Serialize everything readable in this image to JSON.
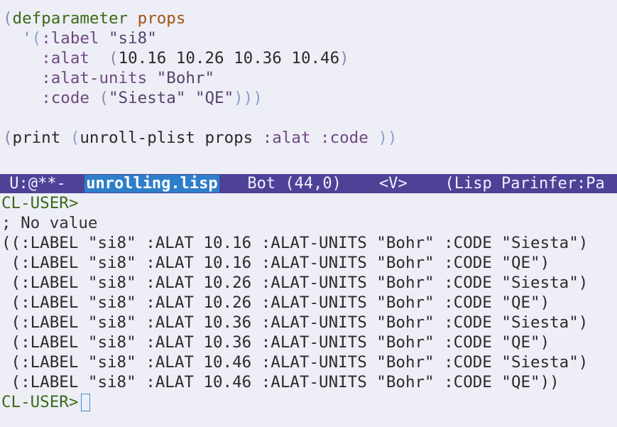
{
  "editor": {
    "lines": [
      {
        "open": "(",
        "defkw": "defparameter",
        "name": "props"
      },
      {
        "quote": "'",
        "open": "(",
        "key": ":label",
        "str": "\"si8\""
      },
      {
        "key": ":alat",
        "open": "(",
        "nums": "10.16 10.26 10.36 10.46",
        "close": ")"
      },
      {
        "key": ":alat-units",
        "str": "\"Bohr\""
      },
      {
        "key": ":code",
        "open": "(",
        "str1": "\"Siesta\"",
        "str2": "\"QE\"",
        "close": ")))"
      },
      {
        "open": "(",
        "fn": "print",
        "open2": "(",
        "call": "unroll-plist props",
        "k1": ":alat",
        "k2": ":code",
        "close": "))"
      }
    ]
  },
  "mode_line": {
    "status": " U:@**-  ",
    "buffer_name": "unrolling.lisp",
    "position": "   Bot (44,0)    ",
    "state": "<V>",
    "modes": "    (Lisp Parinfer:Pa"
  },
  "repl": {
    "prompt_label": "CL-USER>",
    "no_value": "; No value",
    "output_lines": [
      "((:LABEL \"si8\" :ALAT 10.16 :ALAT-UNITS \"Bohr\" :CODE \"Siesta\")",
      " (:LABEL \"si8\" :ALAT 10.16 :ALAT-UNITS \"Bohr\" :CODE \"QE\")",
      " (:LABEL \"si8\" :ALAT 10.26 :ALAT-UNITS \"Bohr\" :CODE \"Siesta\")",
      " (:LABEL \"si8\" :ALAT 10.26 :ALAT-UNITS \"Bohr\" :CODE \"QE\")",
      " (:LABEL \"si8\" :ALAT 10.36 :ALAT-UNITS \"Bohr\" :CODE \"Siesta\")",
      " (:LABEL \"si8\" :ALAT 10.36 :ALAT-UNITS \"Bohr\" :CODE \"QE\")",
      " (:LABEL \"si8\" :ALAT 10.46 :ALAT-UNITS \"Bohr\" :CODE \"Siesta\")",
      " (:LABEL \"si8\" :ALAT 10.46 :ALAT-UNITS \"Bohr\" :CODE \"QE\"))"
    ]
  }
}
